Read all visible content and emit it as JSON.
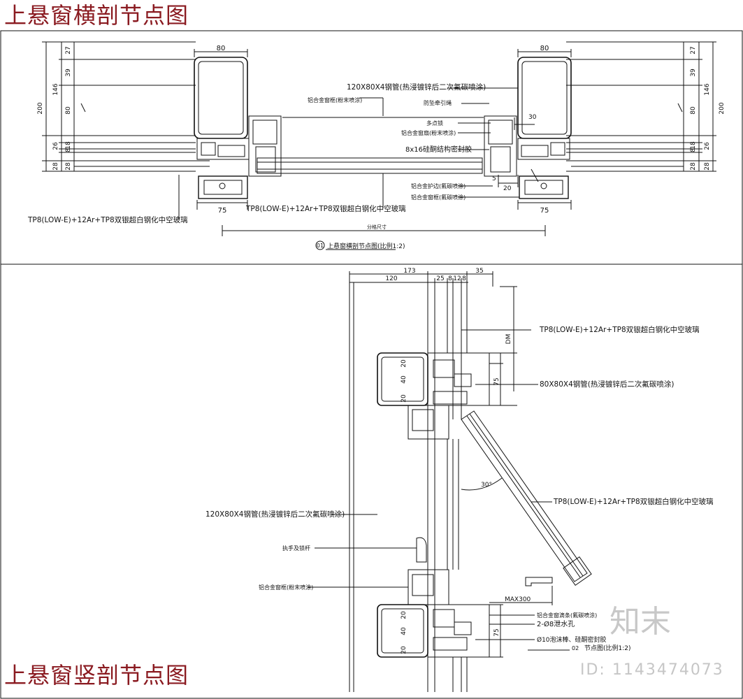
{
  "titles": {
    "horizontal": "上悬窗横剖节点图",
    "vertical": "上悬窗竖剖节点图"
  },
  "horizontal_section": {
    "top_dims": [
      "80",
      "80"
    ],
    "left_dims": [
      "27",
      "39",
      "146",
      "80",
      "200",
      "26",
      "18",
      "8",
      "28",
      "28"
    ],
    "right_dims": [
      "27",
      "39",
      "146",
      "80",
      "200",
      "26",
      "18",
      "8",
      "28",
      "28"
    ],
    "bottom_dims": [
      "75",
      "75"
    ],
    "small_dims": [
      "30",
      "5",
      "20"
    ],
    "labels": {
      "steel_pipe": "120X80X4钢管(热浸镀锌后二次氟碳喷涂)",
      "alu_frame_top": "铝合金窗框(粉末喷涂)",
      "wind_brace": "防坠牵引绳",
      "multipoint_lock": "多点锁",
      "alu_sash": "铝合金窗扇(粉末喷涂)",
      "sealant": "8x16硅酮结构密封胶",
      "alu_cover": "铝合金护边(氟碳喷涂)",
      "alu_bottom": "铝合金窗框(氟碳喷涂)",
      "glass_left": "TP8(LOW-E)+12Ar+TP8双银超白钢化中空玻璃",
      "glass_mid": "TP8(LOW-E)+12Ar+TP8双银超白钢化中空玻璃",
      "opening_width": "分格尺寸",
      "caption_no": "01",
      "caption": "上悬窗横剖节点图(比例1:2)"
    }
  },
  "vertical_section": {
    "top_dims": [
      "173",
      "35",
      "120",
      "25",
      "8",
      "12",
      "8"
    ],
    "right_dims": [
      "75",
      "75",
      "MAX300"
    ],
    "left_small_dims": [
      "20",
      "40",
      "20",
      "20",
      "40",
      "20"
    ],
    "dim_vertical": "DM",
    "angle": "30°",
    "labels": {
      "glass_top": "TP8(LOW-E)+12Ar+TP8双银超白钢化中空玻璃",
      "steel_80": "80X80X4钢管(热浸镀锌后二次氟碳喷涂)",
      "glass_sash": "TP8(LOW-E)+12Ar+TP8双银超白钢化中空玻璃",
      "steel_120": "120X80X4钢管(热浸镀锌后二次氟碳喷涂)",
      "handle": "执手及锁杆",
      "alu_frame": "铝合金窗框(粉末喷涂)",
      "alu_drip": "铝合金窗滴条(氟碳喷涂)",
      "drain_holes": "2-Ø8泄水孔",
      "foam_rod": "Ø10泡沫棒、硅酮密封胶",
      "caption_no": "02",
      "caption": "节点图(比例1:2)"
    }
  },
  "watermark": {
    "logo": "知末",
    "id_text": "ID: 1143474073"
  },
  "colors": {
    "title": "#8a1a20",
    "line": "#111111",
    "watermark": "#c8c8c8"
  }
}
